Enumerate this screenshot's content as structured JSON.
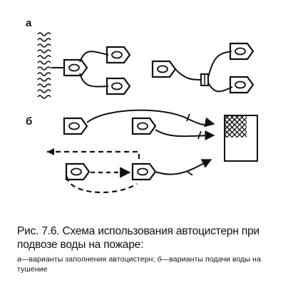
{
  "panels": {
    "a_label": "а",
    "b_label": "б"
  },
  "caption": {
    "title": "Рис. 7.6. Схема использования автоцистерн при подвозе воды на пожаре:",
    "legend_a_marker": "а",
    "legend_a_text": "—варианты заполнения автоцистерн; ",
    "legend_b_marker": "б",
    "legend_b_text": "—варианты подачи воды на тушение"
  },
  "colors": {
    "ink": "#111111",
    "paper": "#ffffff"
  }
}
